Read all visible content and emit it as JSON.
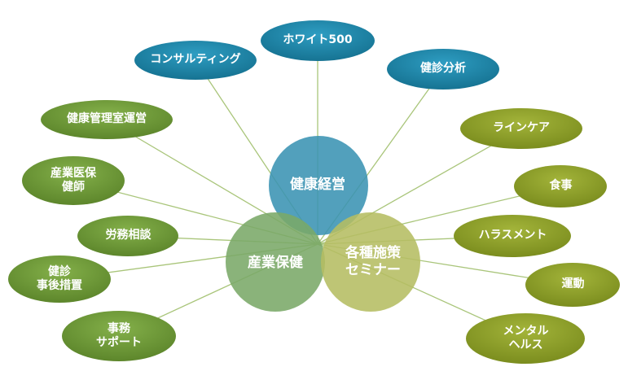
{
  "center": {
    "top": "健康経営",
    "left": "産業保健",
    "right": "各種施策\nセミナー"
  },
  "nodes": {
    "white500": "ホワイト500",
    "consulting": "コンサルティング",
    "health_checkup_analysis": "健診分析",
    "health_management_office": "健康管理室運営",
    "occupational_physician_nurse": "産業医保\n健師",
    "labor_consultation": "労務相談",
    "post_checkup_measures": "健診\n事後措置",
    "administrative_support": "事務\nサポート",
    "line_care": "ラインケア",
    "diet": "食事",
    "harassment": "ハラスメント",
    "exercise": "運動",
    "mental_health": "メンタル\nヘルス"
  },
  "colors": {
    "blue": "#1f86a8",
    "blue_center": "#3a93b3",
    "green": "#6f9a3a",
    "green_center": "#7aa968",
    "olive": "#8e9f2a",
    "olive_center": "#b5bd62",
    "line": "#a9c57a"
  }
}
